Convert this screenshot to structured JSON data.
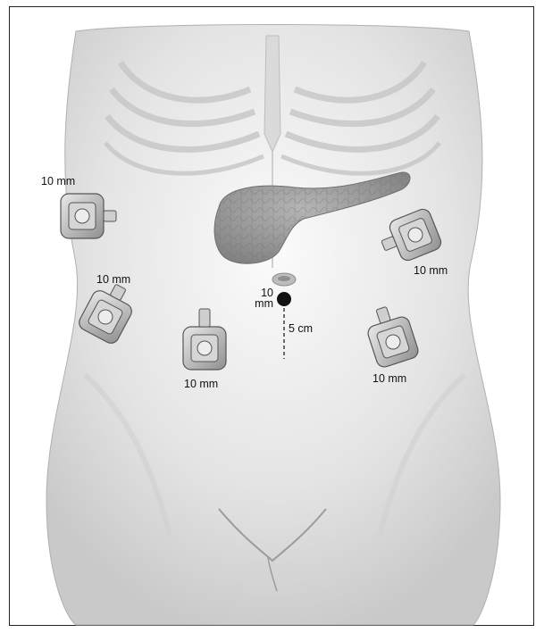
{
  "port_labels": {
    "left_upper": "10 mm",
    "left_mid": "10 mm",
    "left_lower_center": "10 mm",
    "umbilical_line1": "10",
    "umbilical_line2": "mm",
    "right_upper": "10 mm",
    "right_lower": "10 mm"
  },
  "distance_label": "5 cm",
  "colors": {
    "skin_light": "#f2f2f2",
    "skin_mid": "#dcdcdc",
    "skin_dark": "#bdbdbd",
    "pancreas": "#9a9a9a",
    "port_body": "#b8b8b8",
    "dot": "#111111"
  }
}
